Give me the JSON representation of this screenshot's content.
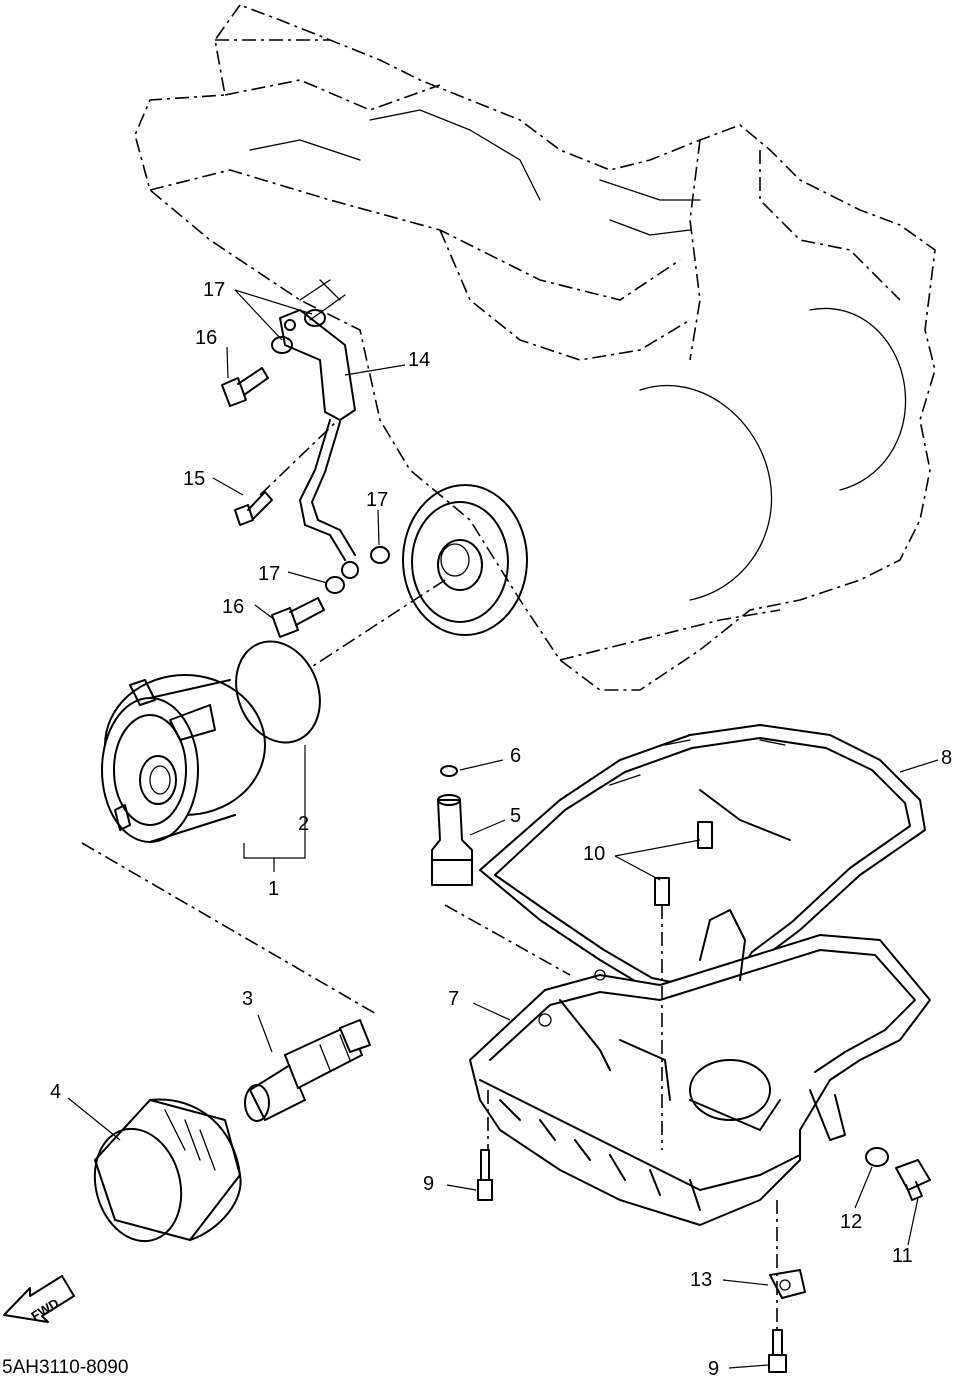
{
  "diagram_code": "5AH3110-8090",
  "fwd_label": "FWD",
  "callouts": {
    "c1": "1",
    "c2": "2",
    "c3": "3",
    "c4": "4",
    "c5": "5",
    "c6": "6",
    "c7": "7",
    "c8": "8",
    "c9a": "9",
    "c9b": "9",
    "c10": "10",
    "c11": "11",
    "c12": "12",
    "c13": "13",
    "c14": "14",
    "c15": "15",
    "c16a": "16",
    "c16b": "16",
    "c17a": "17",
    "c17b": "17",
    "c17c": "17"
  }
}
